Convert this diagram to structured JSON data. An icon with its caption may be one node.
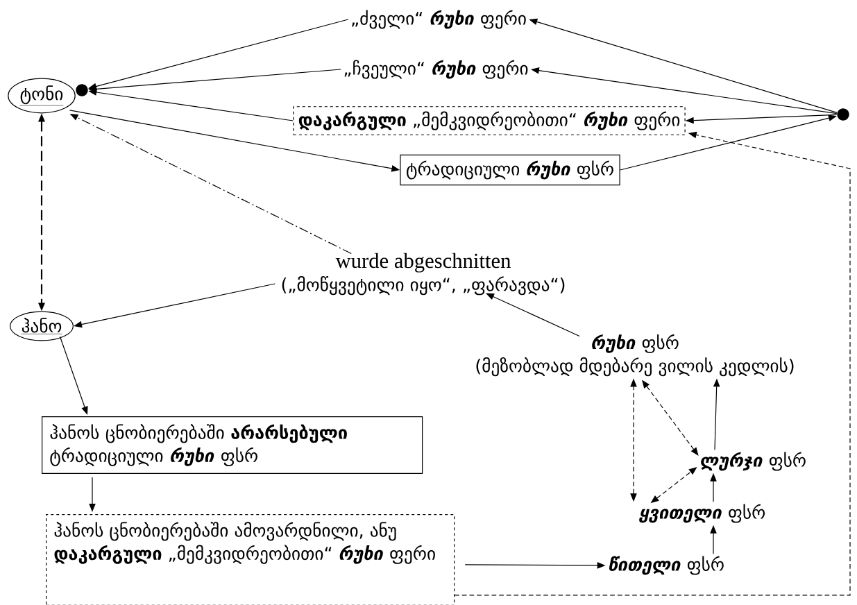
{
  "diagram": {
    "nodes": [
      {
        "text": [
          "ტონი"
        ]
      },
      {
        "text": [],
        "shape": "circle"
      },
      {
        "text": [
          "„ძველი“ *რუხი* ფერი"
        ]
      },
      {
        "text": [
          "„ჩვეული“ *რუხი* ფერი"
        ]
      },
      {
        "text": [
          "**დაკარგული** „მემკვიდრეობითი“ *რუხი* ფერი"
        ]
      },
      {
        "text": [
          "ტრადიციული *რუხი* ფსრ"
        ]
      },
      {
        "text": [],
        "shape": "circle"
      },
      {
        "text": [
          "wurde abgeschnitten",
          "(„მოწყვეტილი იყო“, „ფარავდა“)"
        ]
      },
      {
        "text": [
          "ჰანო"
        ]
      },
      {
        "text": [
          "ჰანოს ცნობიერებაში **არარსებული** ტრადიციული *რუხი* ფსრ"
        ]
      },
      {
        "text": [
          "ჰანოს ცნობიერებაში ამოვარდნილი, ანუ **დაკარგული** „მემკვიდრეობითი“ *რუხი* ფერი"
        ]
      },
      {
        "text": [
          "*წითელი* ფსრ"
        ]
      },
      {
        "text": [
          "*ყვითელი* ფსრ"
        ]
      },
      {
        "text": [
          "*ლურჯი* ფსრ"
        ]
      },
      {
        "text": [
          "*რუხი* ფსრ",
          "(მეზობლად მდებარე ვილის კედლის)"
        ]
      }
    ],
    "edges": [
      {
        "from": 6,
        "to": 2,
        "arrow": "to"
      },
      {
        "from": 6,
        "to": 3,
        "arrow": "to"
      },
      {
        "from": 6,
        "to": 4,
        "arrow": "to"
      },
      {
        "from": 5,
        "to": 6,
        "arrow": "to"
      },
      {
        "from": 2,
        "to": 1,
        "arrow": "to"
      },
      {
        "from": 3,
        "to": 1,
        "arrow": "to"
      },
      {
        "from": 4,
        "to": 1,
        "arrow": "to"
      },
      {
        "from": 0,
        "to": 5,
        "arrow": "to"
      },
      {
        "from": 7,
        "to": 0,
        "arrow": "to",
        "style": "dashed"
      },
      {
        "from": 0,
        "to": 8,
        "arrow": "both",
        "style": "dashed"
      },
      {
        "from": 7,
        "to": 8,
        "arrow": "to"
      },
      {
        "from": 14,
        "to": 7,
        "arrow": "to"
      },
      {
        "from": 8,
        "to": 9,
        "arrow": "to"
      },
      {
        "from": 9,
        "to": 10,
        "arrow": "to"
      },
      {
        "from": 10,
        "to": 11,
        "arrow": "to"
      },
      {
        "from": 11,
        "to": 12,
        "arrow": "to"
      },
      {
        "from": 12,
        "to": 13,
        "arrow": "to"
      },
      {
        "from": 13,
        "to": 14,
        "arrow": "to"
      },
      {
        "from": 12,
        "to": 14,
        "arrow": "both",
        "style": "dashed"
      },
      {
        "from": 14,
        "to": 13,
        "arrow": "both",
        "style": "dashed"
      },
      {
        "from": 12,
        "to": 13,
        "arrow": "both",
        "style": "dashed"
      },
      {
        "from": 10,
        "to": 4,
        "arrow": "to",
        "style": "dashed"
      }
    ]
  }
}
